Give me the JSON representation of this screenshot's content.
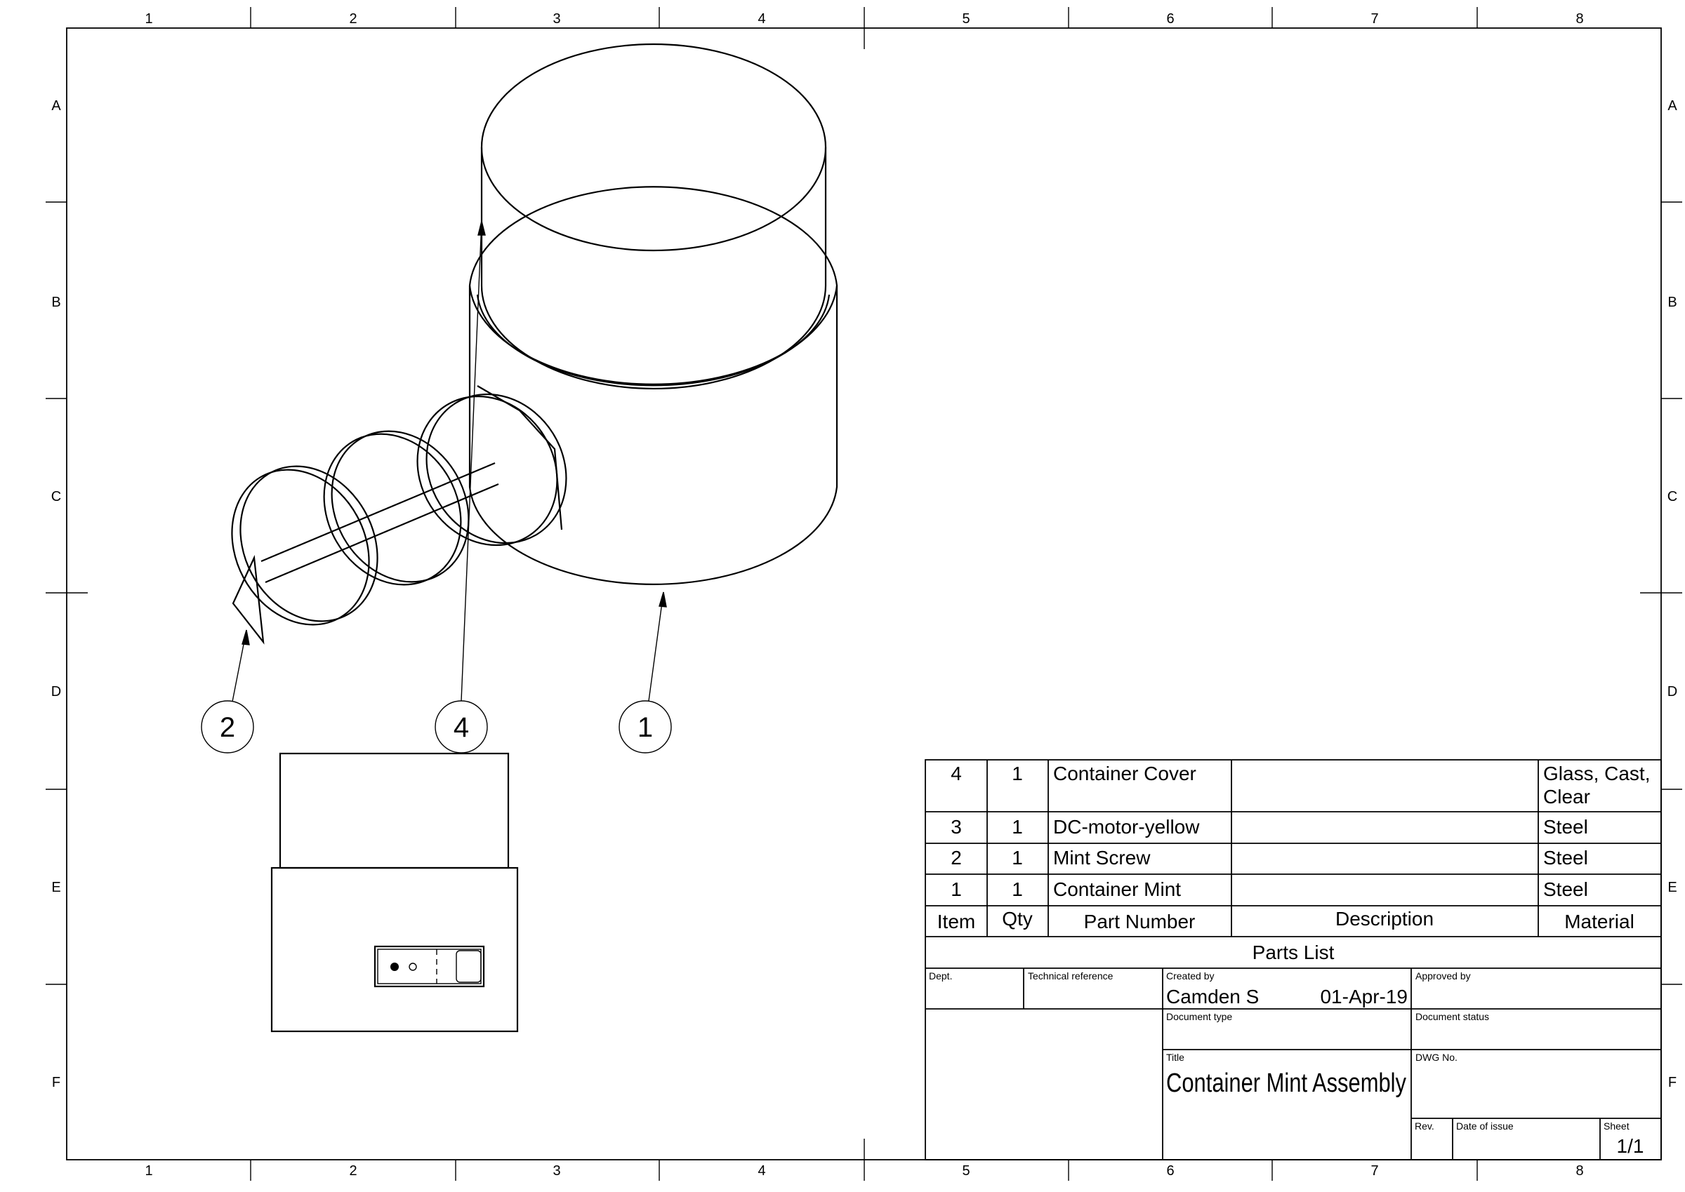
{
  "sheet": {
    "zone_columns": [
      "1",
      "2",
      "3",
      "4",
      "5",
      "6",
      "7",
      "8"
    ],
    "zone_rows": [
      "A",
      "B",
      "C",
      "D",
      "E",
      "F"
    ]
  },
  "balloons": [
    "2",
    "4",
    "1"
  ],
  "parts_list": {
    "title": "Parts List",
    "headers": [
      "Item",
      "Qty",
      "Part Number",
      "Description",
      "Material"
    ],
    "rows": [
      {
        "item": "4",
        "qty": "1",
        "part": "Container Cover",
        "desc": "",
        "material_1": "Glass, Cast,",
        "material_2": "Clear"
      },
      {
        "item": "3",
        "qty": "1",
        "part": "DC-motor-yellow",
        "desc": "",
        "material_1": "Steel",
        "material_2": ""
      },
      {
        "item": "2",
        "qty": "1",
        "part": "Mint Screw",
        "desc": "",
        "material_1": "Steel",
        "material_2": ""
      },
      {
        "item": "1",
        "qty": "1",
        "part": "Container Mint",
        "desc": "",
        "material_1": "Steel",
        "material_2": ""
      }
    ]
  },
  "title_block": {
    "dept_label": "Dept.",
    "tech_ref_label": "Technical reference",
    "created_by_label": "Created by",
    "created_by": "Camden S",
    "created_date": "01-Apr-19",
    "approved_by_label": "Approved by",
    "doc_type_label": "Document type",
    "doc_status_label": "Document status",
    "title_label": "Title",
    "title": "Container Mint  Assembly",
    "dwg_no_label": "DWG No.",
    "rev_label": "Rev.",
    "date_issue_label": "Date of issue",
    "sheet_label": "Sheet",
    "sheet": "1/1"
  }
}
